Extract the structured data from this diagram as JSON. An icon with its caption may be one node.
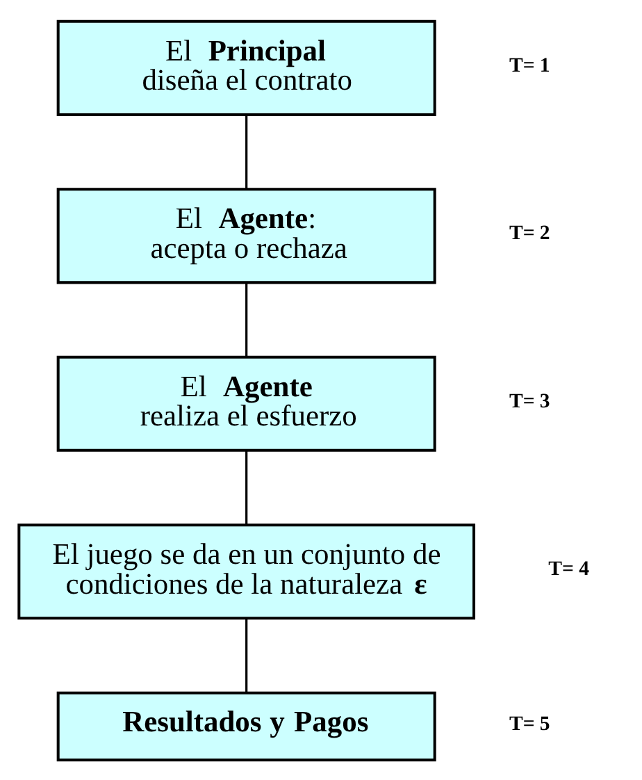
{
  "diagram": {
    "nodes": [
      {
        "text": [
          "El **Principal** diseña el contrato"
        ],
        "beside": [
          "T= 1"
        ]
      },
      {
        "text": [
          "El **Agente**: acepta o rechaza"
        ],
        "beside": [
          "T= 2"
        ]
      },
      {
        "text": [
          "El **Agente** realiza el esfuerzo"
        ],
        "beside": [
          "T= 3"
        ]
      },
      {
        "text": [
          "El juego se da en un conjunto de condiciones de la naturaleza **ε**"
        ],
        "beside": [
          "T= 4"
        ]
      },
      {
        "text": [
          "**Resultados y Pagos**"
        ],
        "beside": [
          "T= 5"
        ]
      }
    ],
    "edges": [
      {
        "from": 0,
        "to": 1,
        "arrow": "none"
      },
      {
        "from": 1,
        "to": 2,
        "arrow": "none"
      },
      {
        "from": 2,
        "to": 3,
        "arrow": "none"
      },
      {
        "from": 3,
        "to": 4,
        "arrow": "none"
      }
    ]
  }
}
